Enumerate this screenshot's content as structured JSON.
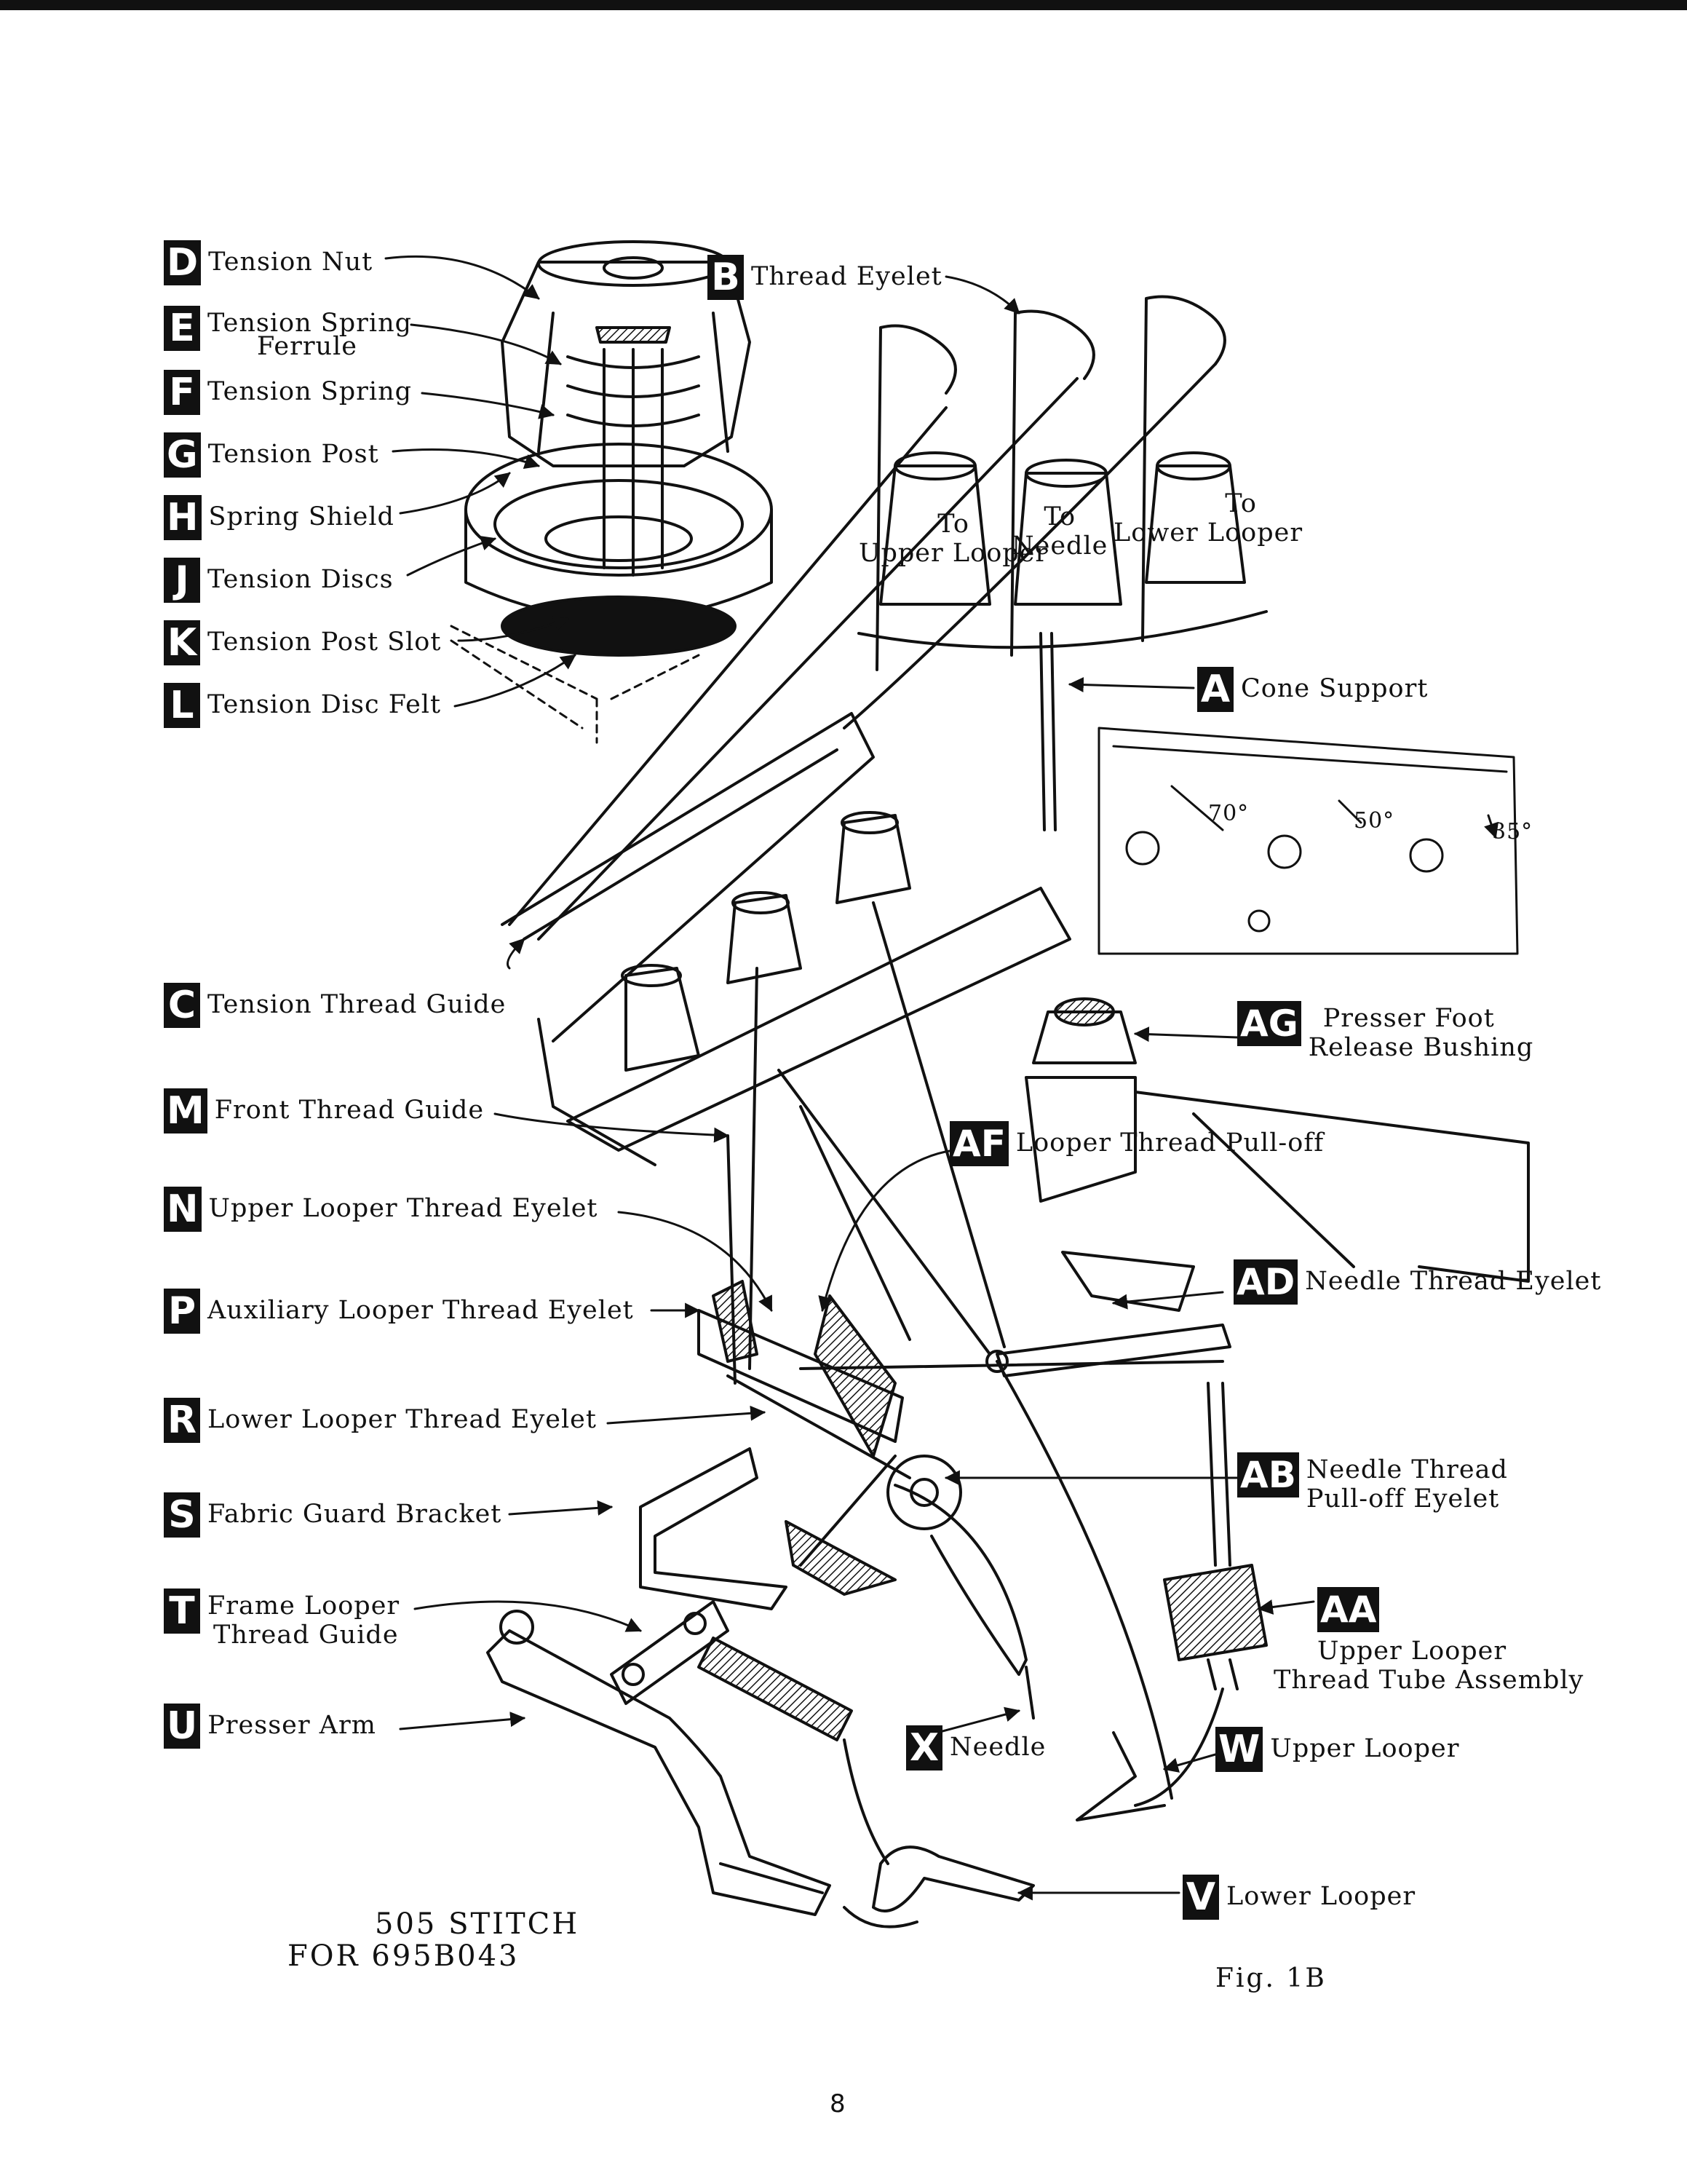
{
  "labels": {
    "D": {
      "code": "D",
      "text": "Tension Nut"
    },
    "E": {
      "code": "E",
      "line1": "Tension Spring",
      "line2": "Ferrule"
    },
    "F": {
      "code": "F",
      "text": "Tension Spring"
    },
    "G": {
      "code": "G",
      "text": "Tension Post"
    },
    "H": {
      "code": "H",
      "text": "Spring Shield"
    },
    "J": {
      "code": "J",
      "text": "Tension Discs"
    },
    "K": {
      "code": "K",
      "text": "Tension Post Slot"
    },
    "L": {
      "code": "L",
      "text": "Tension Disc Felt"
    },
    "B": {
      "code": "B",
      "text": "Thread Eyelet"
    },
    "A": {
      "code": "A",
      "text": "Cone Support"
    },
    "C": {
      "code": "C",
      "text": "Tension Thread Guide"
    },
    "M": {
      "code": "M",
      "text": "Front Thread Guide"
    },
    "N": {
      "code": "N",
      "text": "Upper Looper Thread Eyelet"
    },
    "P": {
      "code": "P",
      "text": "Auxiliary Looper Thread Eyelet"
    },
    "R": {
      "code": "R",
      "text": "Lower Looper Thread Eyelet"
    },
    "S": {
      "code": "S",
      "text": "Fabric Guard Bracket"
    },
    "T": {
      "code": "T",
      "line1": "Frame Looper",
      "line2": "Thread Guide"
    },
    "U": {
      "code": "U",
      "text": "Presser Arm"
    },
    "AG": {
      "code": "AG",
      "line1": "Presser Foot",
      "line2": "Release Bushing"
    },
    "AF": {
      "code": "AF",
      "text": "Looper Thread Pull-off"
    },
    "AD": {
      "code": "AD",
      "text": "Needle Thread Eyelet"
    },
    "AB": {
      "code": "AB",
      "line1": "Needle Thread",
      "line2": "Pull-off Eyelet"
    },
    "AA": {
      "code": "AA",
      "line1": "Upper Looper",
      "line2": "Thread Tube Assembly"
    },
    "X": {
      "code": "X",
      "text": "Needle"
    },
    "W": {
      "code": "W",
      "text": "Upper Looper"
    },
    "V": {
      "code": "V",
      "text": "Lower Looper"
    }
  },
  "cone_notes": {
    "upper": {
      "line1": "To",
      "line2": "Upper Looper"
    },
    "needle": {
      "line1": "To",
      "line2": "Needle"
    },
    "lower": {
      "line1": "To",
      "line2": "Lower Looper"
    }
  },
  "angles": {
    "a70": "70°",
    "a50": "50°",
    "a35": "35°"
  },
  "caption": {
    "line1": "505 STITCH",
    "line2": "FOR 695B043",
    "fig": "Fig. 1B"
  },
  "page_number": "8"
}
